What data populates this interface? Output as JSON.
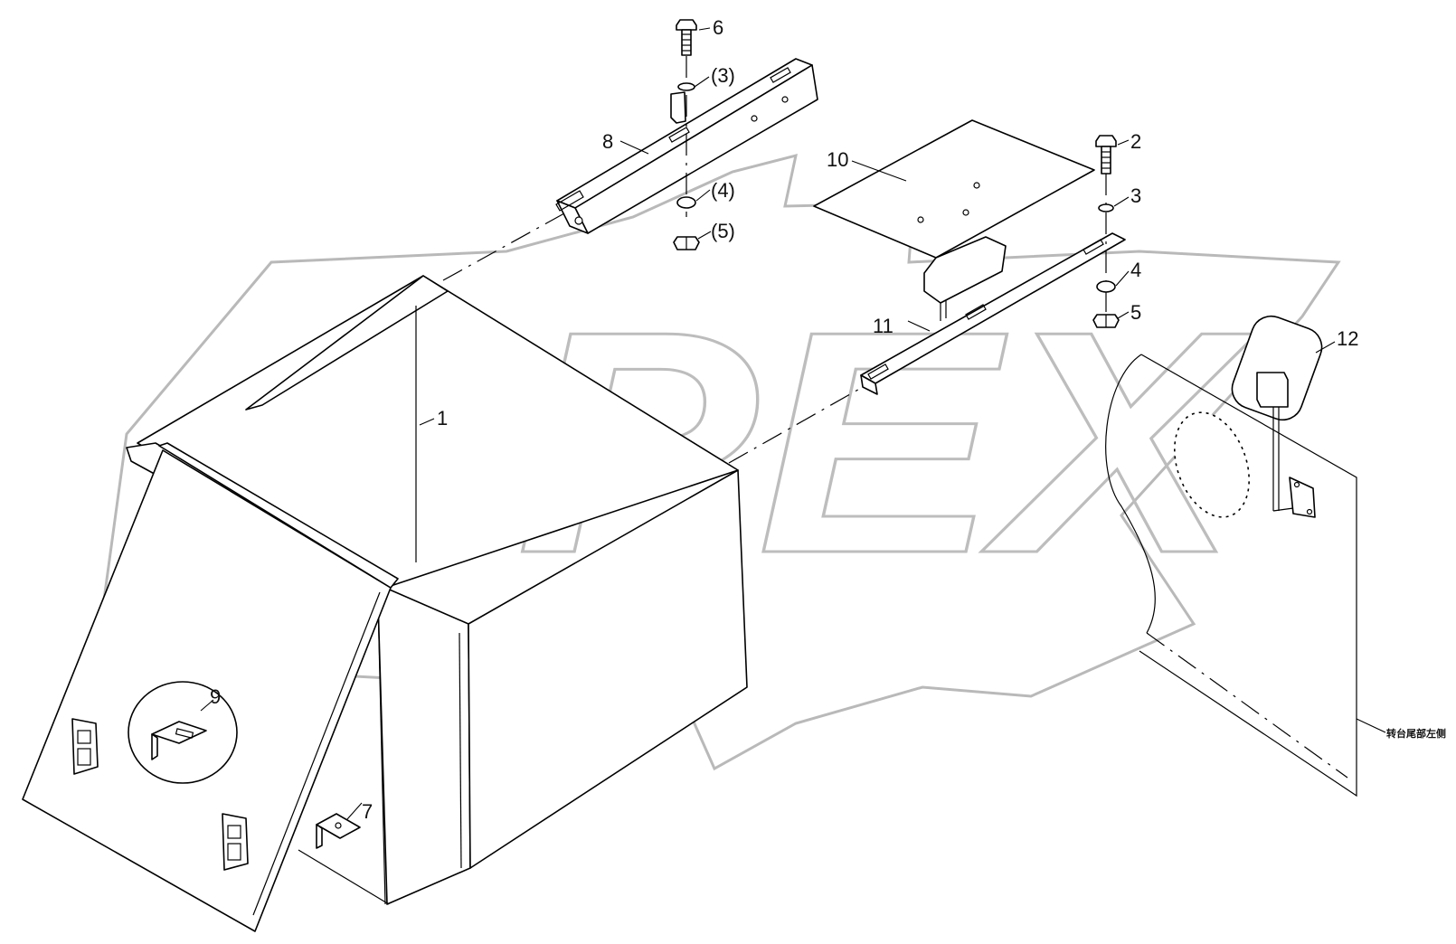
{
  "diagram": {
    "callouts": [
      "1",
      "2",
      "3",
      "4",
      "5",
      "6",
      "(3)",
      "(4)",
      "(5)",
      "7",
      "8",
      "9",
      "10",
      "11",
      "12"
    ],
    "side_note": "转台尾部左侧",
    "watermark": "OPEX",
    "colors": {
      "line": "#000000",
      "watermark": "#b9b9b9",
      "background": "#ffffff"
    }
  }
}
